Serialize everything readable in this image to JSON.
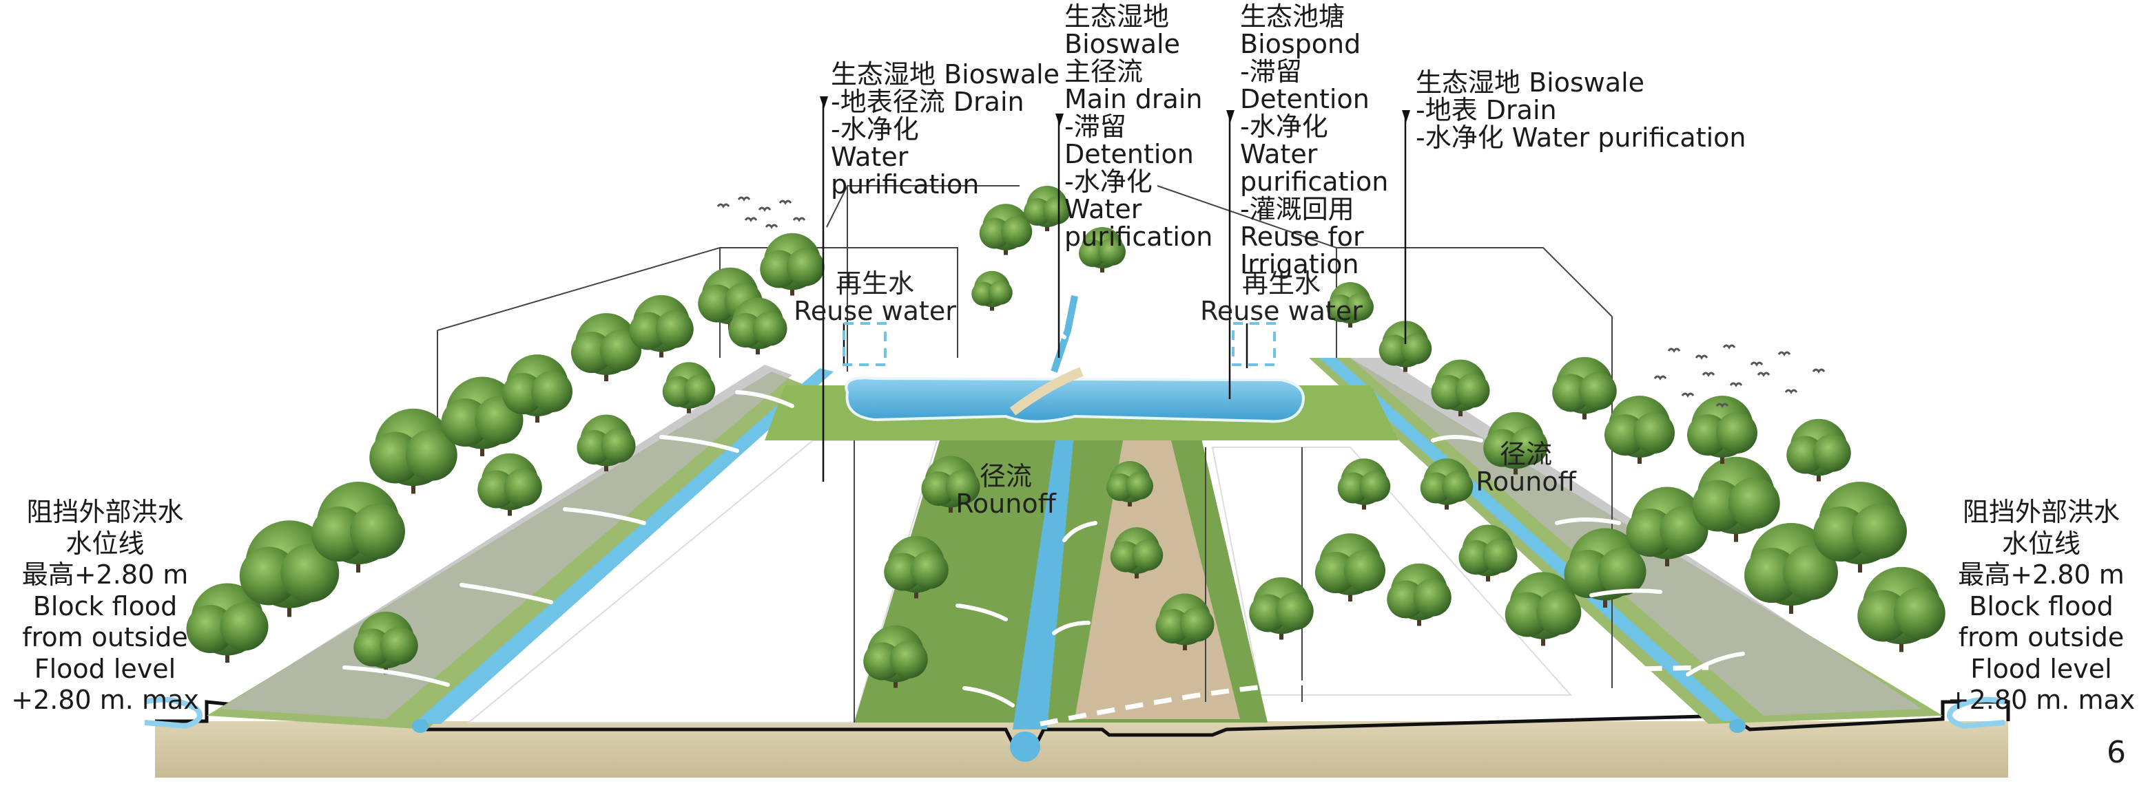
{
  "colors": {
    "water": "#5fb8e0",
    "water_light": "#a9dcf2",
    "grass": "#8fb85a",
    "tree_dark": "#3f6e2c",
    "tree_mid": "#5d8f3b",
    "tree_light": "#8dbb5a",
    "path": "#c8b89a",
    "gravel": "#b9b9b9",
    "soil": "#d2c7a6",
    "line": "#1a1a1a"
  },
  "labels": {
    "bioswale_drain": "生态湿地 Bioswale\n-地表径流 Drain\n-水净化\nWater\npurification",
    "bioswale_main": "生态湿地\nBioswale\n主径流\nMain drain\n-滞留\nDetention\n-水净化\nWater\npurification",
    "biospond": "生态池塘\nBiospond\n-滞留\nDetention\n-水净化\nWater\npurification\n-灌溉回用\nReuse for\nIrrigation",
    "bioswale_right": "生态湿地 Bioswale\n-地表 Drain\n-水净化 Water purification",
    "reuse_left": "再生水\nReuse water",
    "reuse_right": "再生水\nReuse water",
    "runoff_center": "径流\nRounoff",
    "runoff_right": "径流\nRounoff",
    "flood_left": "阻挡外部洪水\n水位线\n最高+2.80 m\nBlock flood\nfrom outside\nFlood level\n+2.80 m. max",
    "flood_right": "阻挡外部洪水\n水位线\n最高+2.80 m\nBlock flood\nfrom outside\nFlood level\n+2.80 m. max",
    "page_number": "6"
  }
}
